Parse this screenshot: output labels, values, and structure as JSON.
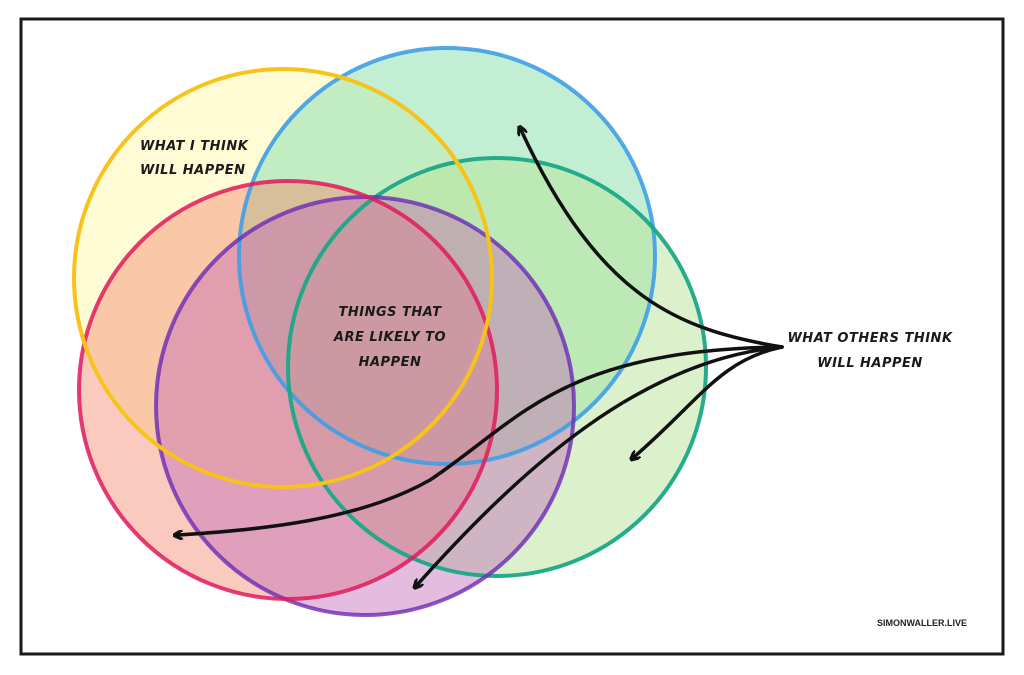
{
  "labels": {
    "mine_line1": "WHAT I THINK",
    "mine_line2": "WILL HAPPEN",
    "center_line1": "THINGS THAT",
    "center_line2": "ARE LIKELY TO",
    "center_line3": "HAPPEN",
    "others_line1": "WHAT OTHERS THINK",
    "others_line2": "WILL HAPPEN"
  },
  "credit": "SIMONWALLER.LIVE",
  "colors": {
    "yellow": "#f7c31a",
    "blue": "#3f9fe6",
    "green": "#1aa887",
    "red": "#e01a5c",
    "purple": "#6b2bb5"
  }
}
